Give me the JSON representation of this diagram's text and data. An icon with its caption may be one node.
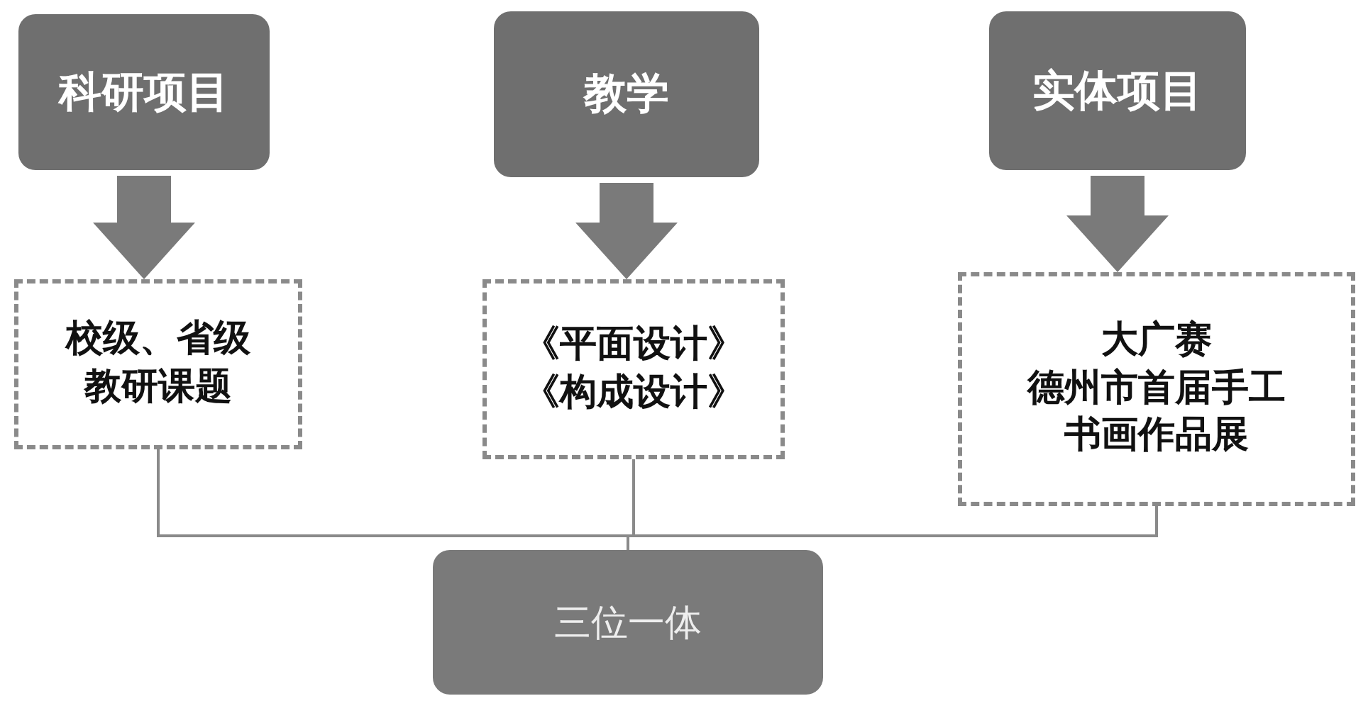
{
  "diagram": {
    "nodes": [
      {
        "text": [
          "科研项目"
        ]
      },
      {
        "text": [
          "教学"
        ]
      },
      {
        "text": [
          "实体项目"
        ]
      },
      {
        "text": [
          "校级、省级教研课题"
        ]
      },
      {
        "text": [
          "《平面设计》",
          "《构成设计》"
        ]
      },
      {
        "text": [
          "大广赛",
          "德州市首届手工书画作品展"
        ]
      },
      {
        "text": [
          "三位一体"
        ]
      }
    ],
    "edges": [
      {
        "from": 0,
        "to": 3,
        "arrow": "to",
        "style": "thick"
      },
      {
        "from": 1,
        "to": 4,
        "arrow": "to",
        "style": "thick"
      },
      {
        "from": 2,
        "to": 5,
        "arrow": "to",
        "style": "thick"
      },
      {
        "from": 3,
        "to": 6,
        "arrow": "none"
      },
      {
        "from": 4,
        "to": 6,
        "arrow": "none"
      },
      {
        "from": 5,
        "to": 6,
        "arrow": "none"
      }
    ]
  }
}
